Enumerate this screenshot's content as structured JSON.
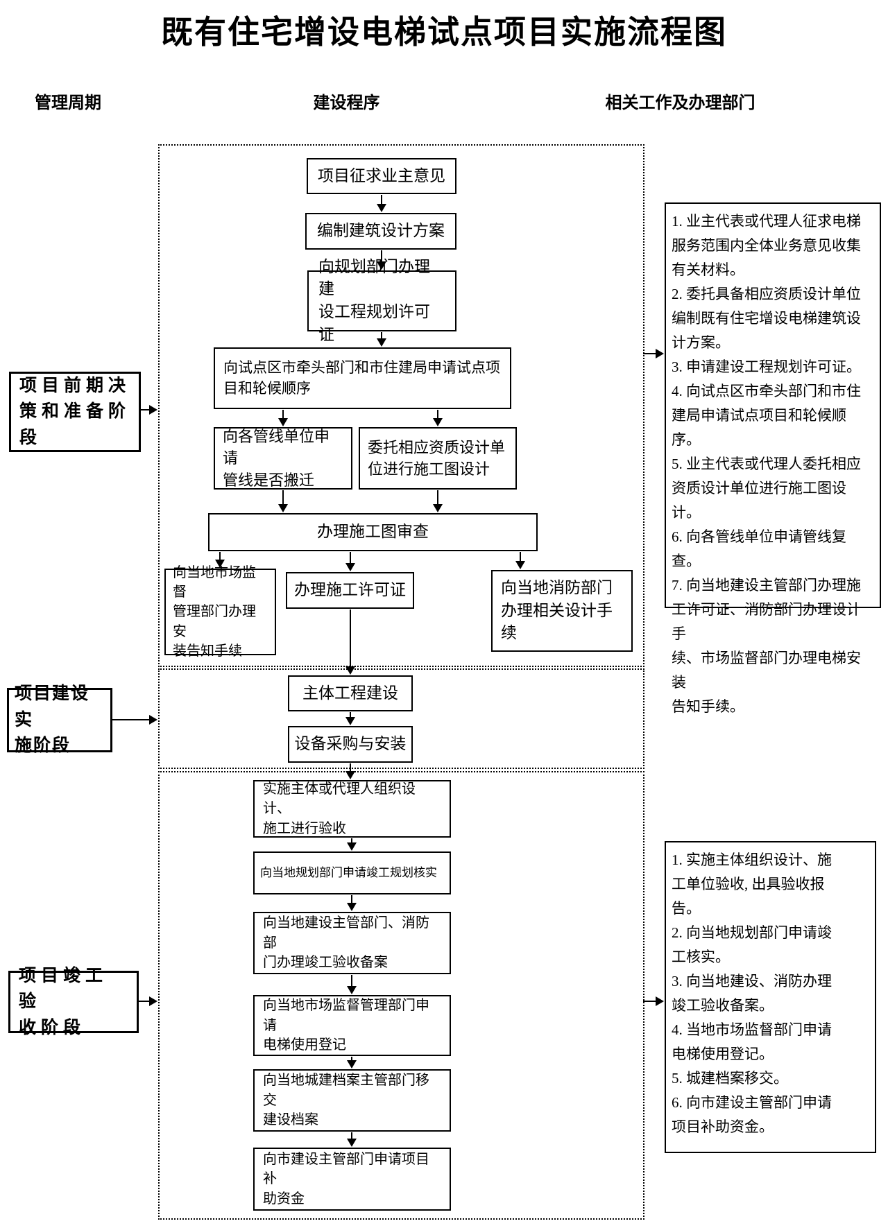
{
  "title": "既有住宅增设电梯试点项目实施流程图",
  "headers": {
    "left": "管理周期",
    "center": "建设程序",
    "right": "相关工作及办理部门"
  },
  "stages": {
    "s1": "项目前期决\n策和准备阶\n段",
    "s2": "项目建设实\n施阶段",
    "s3": "项目竣工验\n收阶段"
  },
  "flow": {
    "b1": "项目征求业主意见",
    "b2": "编制建筑设计方案",
    "b3": "向规划部门办理建\n设工程规划许可证",
    "b4": "向试点区市牵头部门和市住建局申请试点项\n目和轮候顺序",
    "b5": "向各管线单位申请\n管线是否搬迁",
    "b6": "委托相应资质设计单\n位进行施工图设计",
    "b7": "办理施工图审查",
    "b8": "向当地市场监督\n管理部门办理安\n装告知手续",
    "b9": "办理施工许可证",
    "b10": "向当地消防部门\n办理相关设计手\n续",
    "b11": "主体工程建设",
    "b12": "设备采购与安装",
    "b13": "实施主体或代理人组织设计、\n施工进行验收",
    "b14": "向当地规划部门申请竣工规划核实",
    "b15": "向当地建设主管部门、消防部\n门办理竣工验收备案",
    "b16": "向当地市场监督管理部门申请\n电梯使用登记",
    "b17": "向当地城建档案主管部门移交\n建设档案",
    "b18": "向市建设主管部门申请项目补\n助资金"
  },
  "notes_top": "1. 业主代表或代理人征求电梯\n服务范围内全体业务意见收集\n有关材料。\n2. 委托具备相应资质设计单位\n编制既有住宅增设电梯建筑设\n计方案。\n3. 申请建设工程规划许可证。\n4. 向试点区市牵头部门和市住\n建局申请试点项目和轮候顺序。\n5. 业主代表或代理人委托相应\n资质设计单位进行施工图设计。\n6. 向各管线单位申请管线复查。\n7. 向当地建设主管部门办理施\n工许可证、消防部门办理设计手\n续、市场监督部门办理电梯安装\n告知手续。",
  "notes_bottom": "1. 实施主体组织设计、施\n工单位验收, 出具验收报\n告。\n2. 向当地规划部门申请竣\n工核实。\n3. 向当地建设、消防办理\n竣工验收备案。\n4. 当地市场监督部门申请\n电梯使用登记。\n5. 城建档案移交。\n6. 向市建设主管部门申请\n项目补助资金。",
  "colors": {
    "ink": "#000000",
    "background": "#ffffff"
  }
}
